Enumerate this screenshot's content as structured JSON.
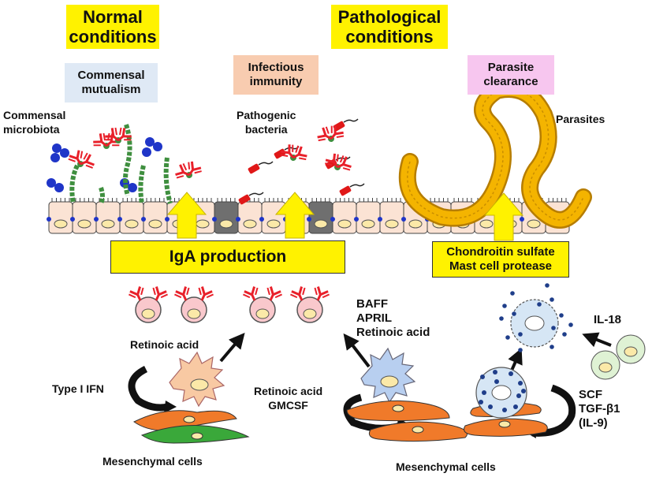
{
  "headers": {
    "normal": "Normal\nconditions",
    "pathological": "Pathological\nconditions"
  },
  "subheaders": {
    "commensal_mutualism": "Commensal\nmutualism",
    "infectious_immunity": "Infectious\nimmunity",
    "parasite_clearance": "Parasite\nclearance"
  },
  "labels": {
    "commensal_microbiota": "Commensal\nmicrobiota",
    "pathogenic_bacteria": "Pathogenic\nbacteria",
    "parasites": "Parasites",
    "iga_production": "IgA production",
    "chondroitin": "Chondroitin sulfate\nMast cell protease",
    "baff_april": "BAFF\nAPRIL\nRetinoic acid",
    "il18": "IL-18",
    "retinoic_acid": "Retinoic acid",
    "type1_ifn": "Type I IFN",
    "retinoic_gmcsf": "Retinoic acid\nGMCSF",
    "scf_tgf": "SCF\nTGF-β1\n(IL-9)",
    "mesenchymal_left": "Mesenchymal cells",
    "mesenchymal_right": "Mesenchymal cells"
  },
  "colors": {
    "highlight_yellow": "#fff200",
    "commensal_bg": "#dfe9f5",
    "infectious_bg": "#f8ccb0",
    "parasite_bg": "#f7c6ef",
    "bacteria_blue": "#1f35c8",
    "bacteria_green": "#3f8f3f",
    "antibody_red": "#e8202a",
    "pathogen_red": "#e01818",
    "parasite_gold": "#f4b400",
    "epithelial": "#fbe3d4",
    "goblet": "#6f6f6f",
    "mesenchymal_orange": "#f07a2a",
    "mesenchymal_green": "#3aa83a",
    "dendritic_orange": "#f8c9a3",
    "dendritic_blue": "#b8cff0",
    "plasma_pink": "#f9c8cc",
    "mast_cell": "#d6e6f5",
    "il18_cell": "#dff2d4"
  }
}
